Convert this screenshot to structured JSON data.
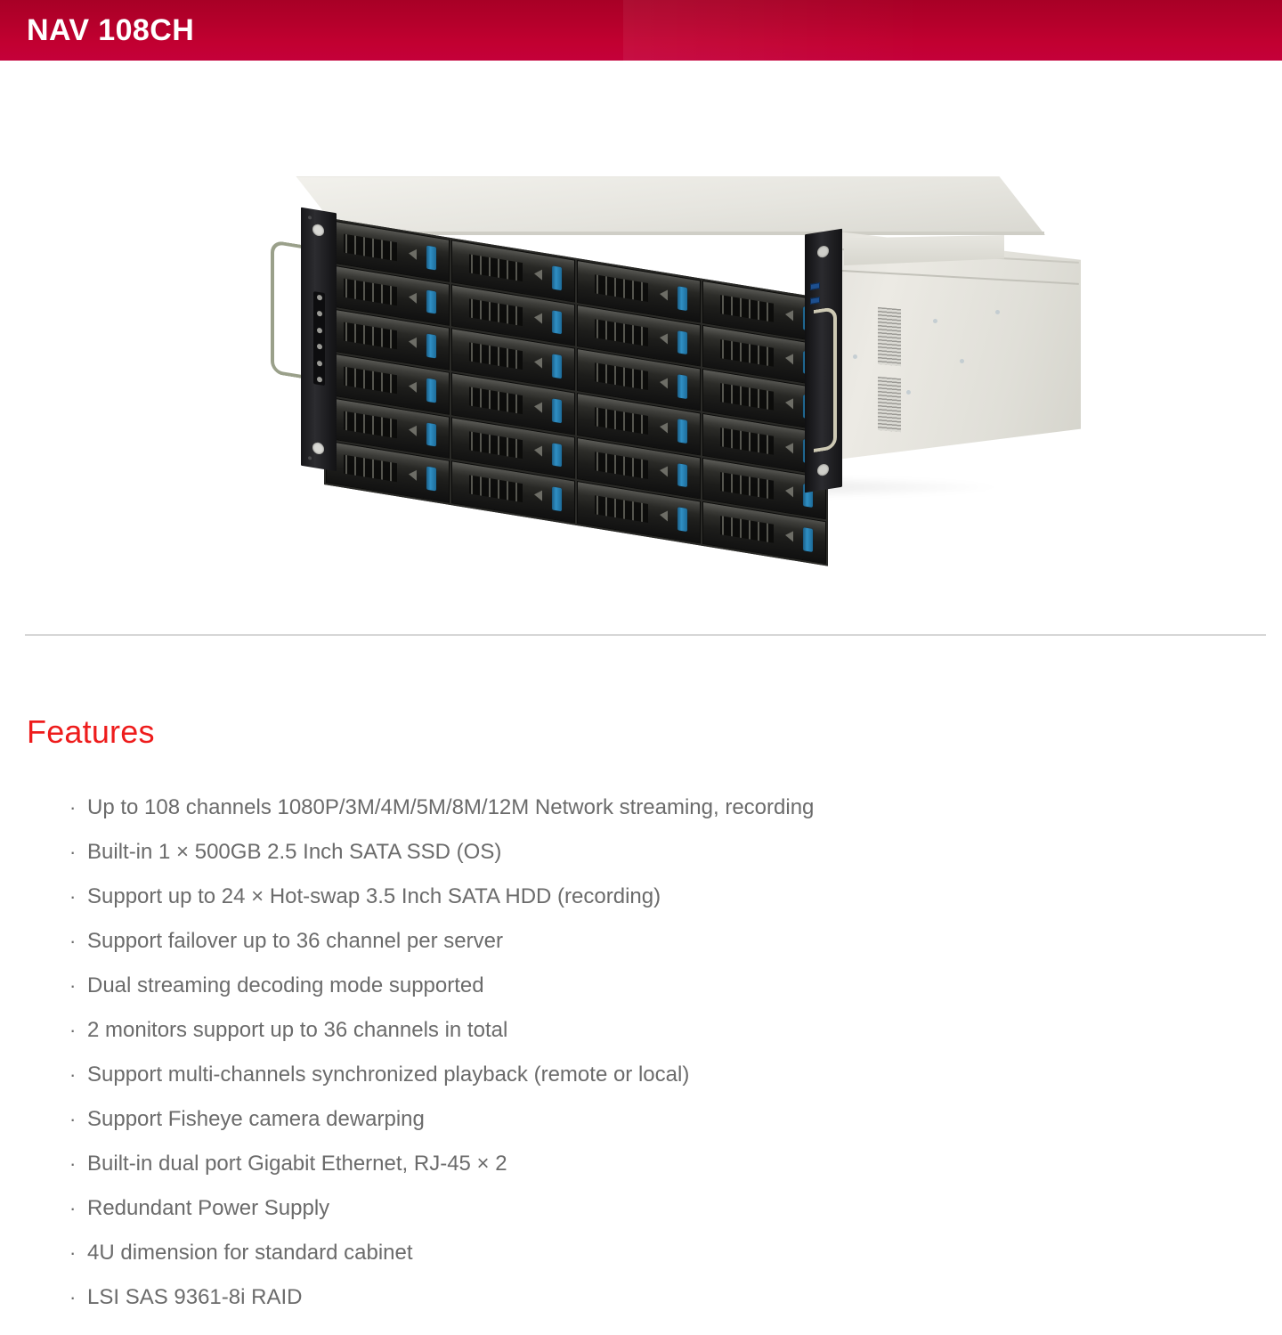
{
  "header": {
    "title": "NAV 108CH",
    "background_color": "#bf0030",
    "text_color": "#ffffff"
  },
  "product_image": {
    "alt_name": "4U rackmount NVR server, 24 hot-swap drive bays",
    "bay_columns": 4,
    "bay_rows": 6,
    "total_bays": 24,
    "latch_color": "#2f8fc4",
    "chassis_color": "#e6e5df",
    "front_panel_color": "#1d1d1b",
    "led_count": 6,
    "usb_port_count": 2
  },
  "features": {
    "heading": "Features",
    "heading_color": "#ee1c1c",
    "bullet": "·",
    "items": [
      "Up to 108 channels 1080P/3M/4M/5M/8M/12M Network streaming, recording",
      "Built-in 1 × 500GB 2.5 Inch SATA SSD (OS)",
      "Support up to 24 × Hot-swap 3.5 Inch SATA HDD (recording)",
      "Support failover up to 36 channel per server",
      "Dual streaming decoding mode supported",
      "2 monitors support up to 36 channels in total",
      "Support multi-channels synchronized playback (remote or local)",
      "Support Fisheye camera dewarping",
      "Built-in dual port Gigabit Ethernet, RJ-45 × 2",
      "Redundant Power Supply",
      "4U dimension for standard cabinet",
      "LSI SAS 9361-8i RAID"
    ]
  }
}
